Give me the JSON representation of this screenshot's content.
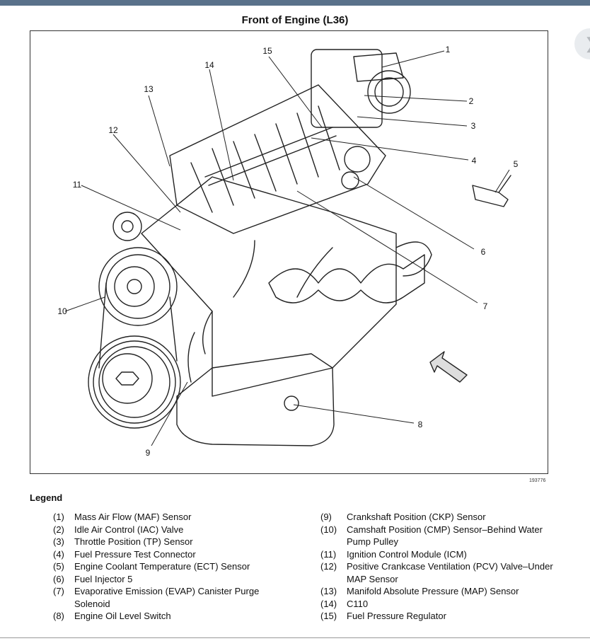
{
  "title": "Front of Engine (L36)",
  "figure_number": "193776",
  "callouts": [
    "1",
    "2",
    "3",
    "4",
    "5",
    "6",
    "7",
    "8",
    "9",
    "10",
    "11",
    "12",
    "13",
    "14",
    "15"
  ],
  "legend": {
    "title": "Legend",
    "left": [
      {
        "num": "(1)",
        "text": "Mass Air Flow (MAF) Sensor"
      },
      {
        "num": "(2)",
        "text": "Idle Air Control (IAC) Valve"
      },
      {
        "num": "(3)",
        "text": "Throttle Position (TP) Sensor"
      },
      {
        "num": "(4)",
        "text": "Fuel Pressure Test Connector"
      },
      {
        "num": "(5)",
        "text": "Engine Coolant Temperature (ECT) Sensor"
      },
      {
        "num": "(6)",
        "text": "Fuel Injector 5"
      },
      {
        "num": "(7)",
        "text": "Evaporative Emission (EVAP) Canister Purge Solenoid"
      },
      {
        "num": "(8)",
        "text": "Engine Oil Level Switch"
      }
    ],
    "right": [
      {
        "num": "(9)",
        "text": "Crankshaft Position (CKP) Sensor"
      },
      {
        "num": "(10)",
        "text": "Camshaft Position (CMP) Sensor–Behind Water Pump Pulley"
      },
      {
        "num": "(11)",
        "text": "Ignition Control Module (ICM)"
      },
      {
        "num": "(12)",
        "text": "Positive Crankcase Ventilation (PCV) Valve–Under MAP Sensor"
      },
      {
        "num": "(13)",
        "text": "Manifold Absolute Pressure (MAP) Sensor"
      },
      {
        "num": "(14)",
        "text": "C110"
      },
      {
        "num": "(15)",
        "text": "Fuel Pressure Regulator"
      }
    ]
  },
  "icons": {
    "side_button": "chevron-right-icon"
  }
}
